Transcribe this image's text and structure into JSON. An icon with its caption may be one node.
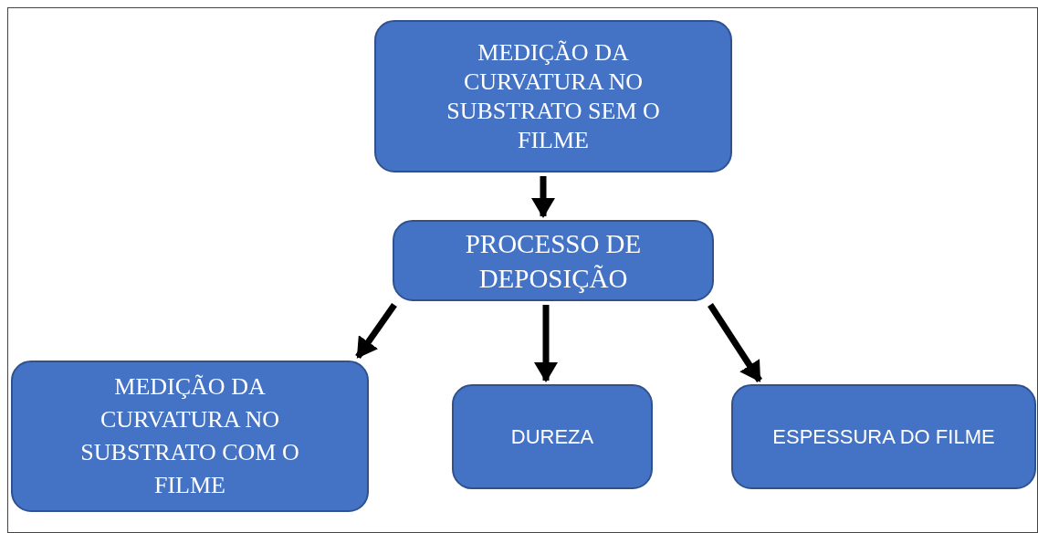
{
  "diagram": {
    "nodes": [
      {
        "text": [
          "MEDIÇÃO DA CURVATURA NO SUBSTRATO SEM O FILME"
        ]
      },
      {
        "text": [
          "PROCESSO DE DEPOSIÇÃO"
        ]
      },
      {
        "text": [
          "MEDIÇÃO DA CURVATURA NO SUBSTRATO COM O FILME"
        ]
      },
      {
        "text": [
          "DUREZA"
        ]
      },
      {
        "text": [
          "ESPESSURA DO FILME"
        ]
      }
    ],
    "edges": [
      {
        "from": 0,
        "to": 1,
        "arrow": "to"
      },
      {
        "from": 1,
        "to": 2,
        "arrow": "to"
      },
      {
        "from": 1,
        "to": 3,
        "arrow": "to"
      },
      {
        "from": 1,
        "to": 4,
        "arrow": "to"
      }
    ]
  }
}
